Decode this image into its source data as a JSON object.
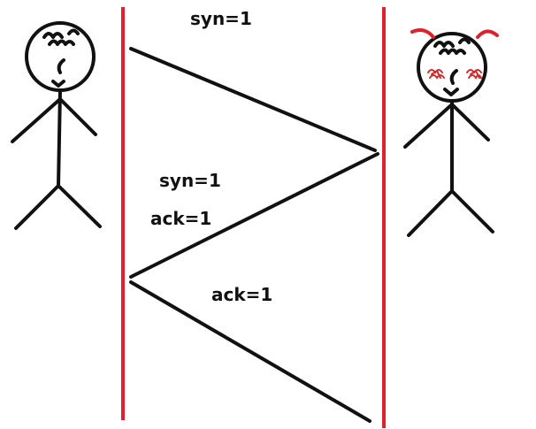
{
  "colors": {
    "lifeline": "#e0202a",
    "ink": "#111111",
    "blush": "#d42a2a",
    "brow": "#e0202a"
  },
  "messages": [
    {
      "label": "syn=1",
      "from": "left",
      "to": "right"
    },
    {
      "label": "syn=1",
      "from": "right",
      "to": "left"
    },
    {
      "label": "ack=1",
      "from": "right",
      "to": "left"
    },
    {
      "label": "ack=1",
      "from": "left",
      "to": "right"
    }
  ]
}
